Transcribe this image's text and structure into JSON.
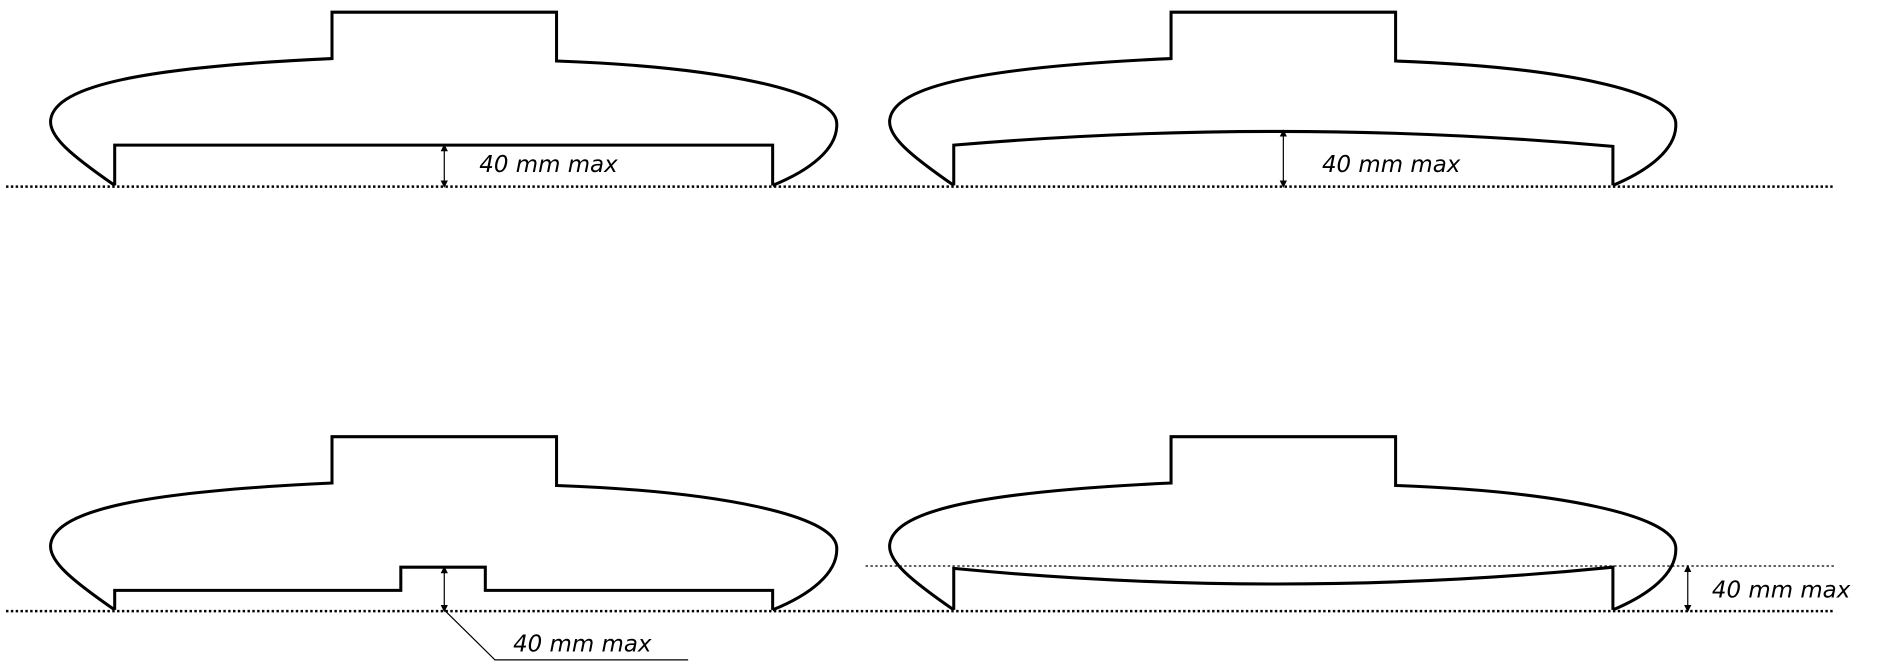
{
  "labels": {
    "a": "40 mm max",
    "b": "40 mm max",
    "c": "40 mm max",
    "d": "40 mm max"
  }
}
